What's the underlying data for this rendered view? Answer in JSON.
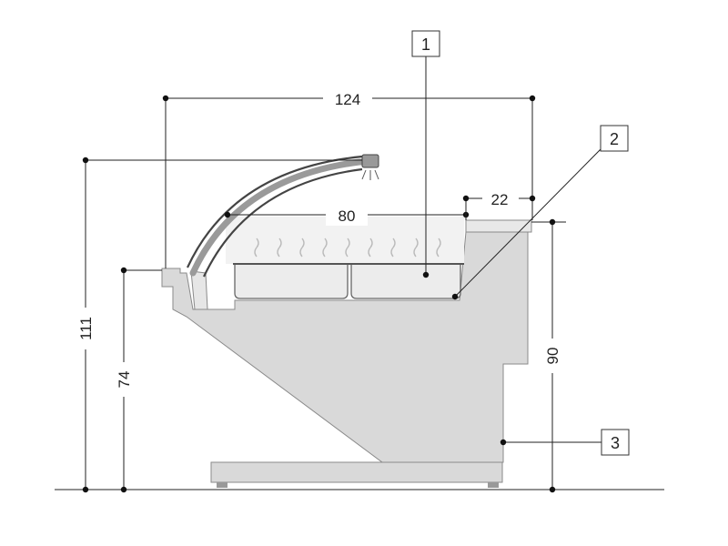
{
  "dimensions": {
    "overall_width": "124",
    "display_depth": "80",
    "counter_overhang": "22",
    "overall_height": "111",
    "front_height": "74",
    "counter_height": "90"
  },
  "callouts": [
    "1",
    "2",
    "3"
  ],
  "colors": {
    "cabinet": "#d9d9d9",
    "cabinet_outline": "#8a8a8a",
    "lines": "#222222",
    "heat_waves": "#bbbbbb"
  },
  "icons": [
    "lamp-icon",
    "heat-wave-icon"
  ]
}
